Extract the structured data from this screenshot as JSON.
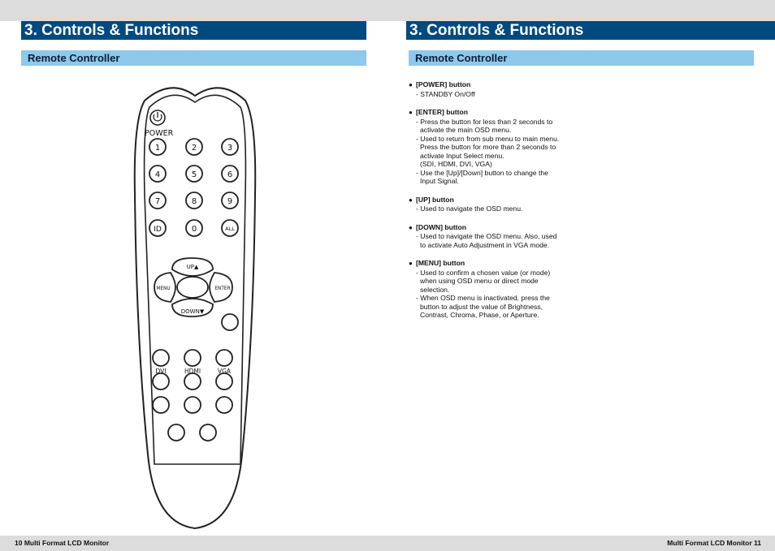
{
  "left_page": {
    "title": "3. Controls & Functions",
    "subtitle": "Remote Controller",
    "footer": "10  Multi Format LCD Monitor"
  },
  "right_page": {
    "title": "3. Controls & Functions",
    "subtitle": "Remote Controller",
    "footer": "Multi Format LCD Monitor   11"
  },
  "remote": {
    "power_label": "POWER",
    "keys": [
      "1",
      "2",
      "3",
      "4",
      "5",
      "6",
      "7",
      "8",
      "9",
      "ID",
      "0",
      "ALL"
    ],
    "up_label": "UP▲",
    "down_label": "DOWN▼",
    "menu_label": "MENU",
    "enter_label": "ENTER",
    "dvi_label": "DVI",
    "hdmi_label": "HDMI",
    "vga_label": "VGA"
  },
  "sections": [
    {
      "title": "[POWER] button",
      "lines": [
        "- STANDBY On/Off"
      ]
    },
    {
      "title": "[ENTER] button",
      "lines": [
        "- Press the button for less than 2 seconds to",
        "activate the main OSD menu.",
        "- Used to return from sub menu to main menu.",
        "Press the button for more than 2 seconds to",
        "activate Input Select menu.",
        "(SDI, HDMI, DVI, VGA)",
        "- Use the [Up]/[Down] button to change the",
        "Input Signal."
      ]
    },
    {
      "title": "[UP] button",
      "lines": [
        "- Used to navigate the OSD menu."
      ]
    },
    {
      "title": "[DOWN] button",
      "lines": [
        "- Used to navigate the OSD menu. Also, used",
        "to activate Auto Adjustment in VGA mode."
      ]
    },
    {
      "title": "[MENU] button",
      "lines": [
        "- Used to confirm a chosen value (or mode)",
        "when using OSD menu or direct mode",
        "selection.",
        "- When OSD menu is inactivated, press the",
        "button to adjust the value of Brightness,",
        "Contrast, Chroma, Phase, or Aperture."
      ]
    }
  ]
}
